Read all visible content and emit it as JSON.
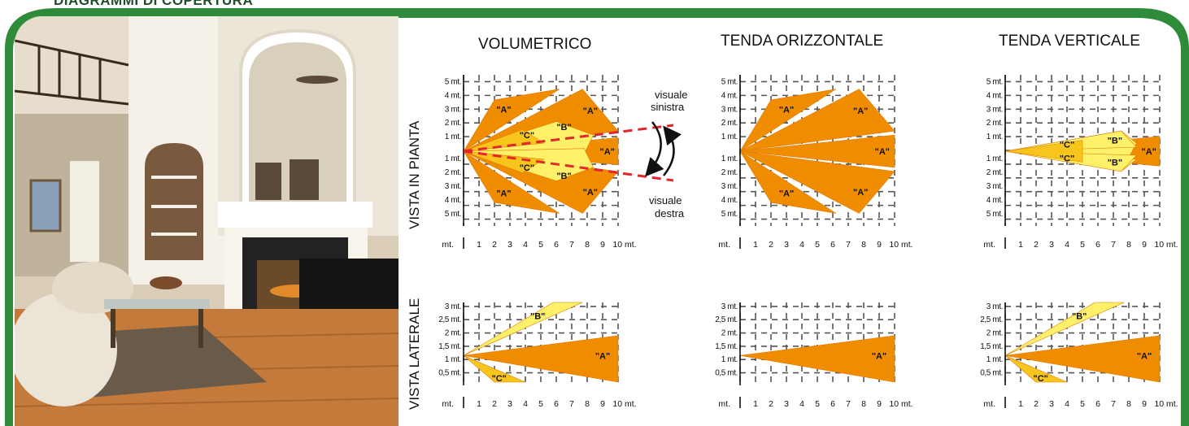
{
  "page_heading": "DIAGRAMMI DI COPERTURA",
  "column_titles": [
    "VOLUMETRICO",
    "TENDA ORIZZONTALE",
    "TENDA VERTICALE"
  ],
  "row_titles": [
    "VISTA IN PIANTA",
    "VISTA LATERALE"
  ],
  "plan_axis": {
    "y_labels_top": [
      "5 mt.",
      "4 mt.",
      "3 mt.",
      "2 mt.",
      "1 mt."
    ],
    "y_labels_bottom": [
      "1 mt.",
      "2 mt.",
      "3 mt.",
      "4 mt.",
      "5 mt."
    ]
  },
  "side_axis": {
    "y_labels": [
      "3 mt.",
      "2,5 mt.",
      "2 mt.",
      "1,5 mt.",
      "1 mt.",
      "0,5 mt."
    ]
  },
  "x_axis": {
    "unit": "mt.",
    "ticks": [
      "1",
      "2",
      "3",
      "4",
      "5",
      "6",
      "7",
      "8",
      "9",
      "10 mt."
    ]
  },
  "zone_labels": {
    "a": "\"A\"",
    "b": "\"B\"",
    "c": "\"C\""
  },
  "annotations": {
    "left_view": [
      "visuale",
      "sinistra"
    ],
    "right_view": [
      "visuale",
      "destra"
    ]
  },
  "colors": {
    "frame_green": "#2e8b3a",
    "zone_a": "#f08c00",
    "zone_b": "#fff06a",
    "zone_c": "#f7c51c",
    "view_line": "#e3262c"
  }
}
